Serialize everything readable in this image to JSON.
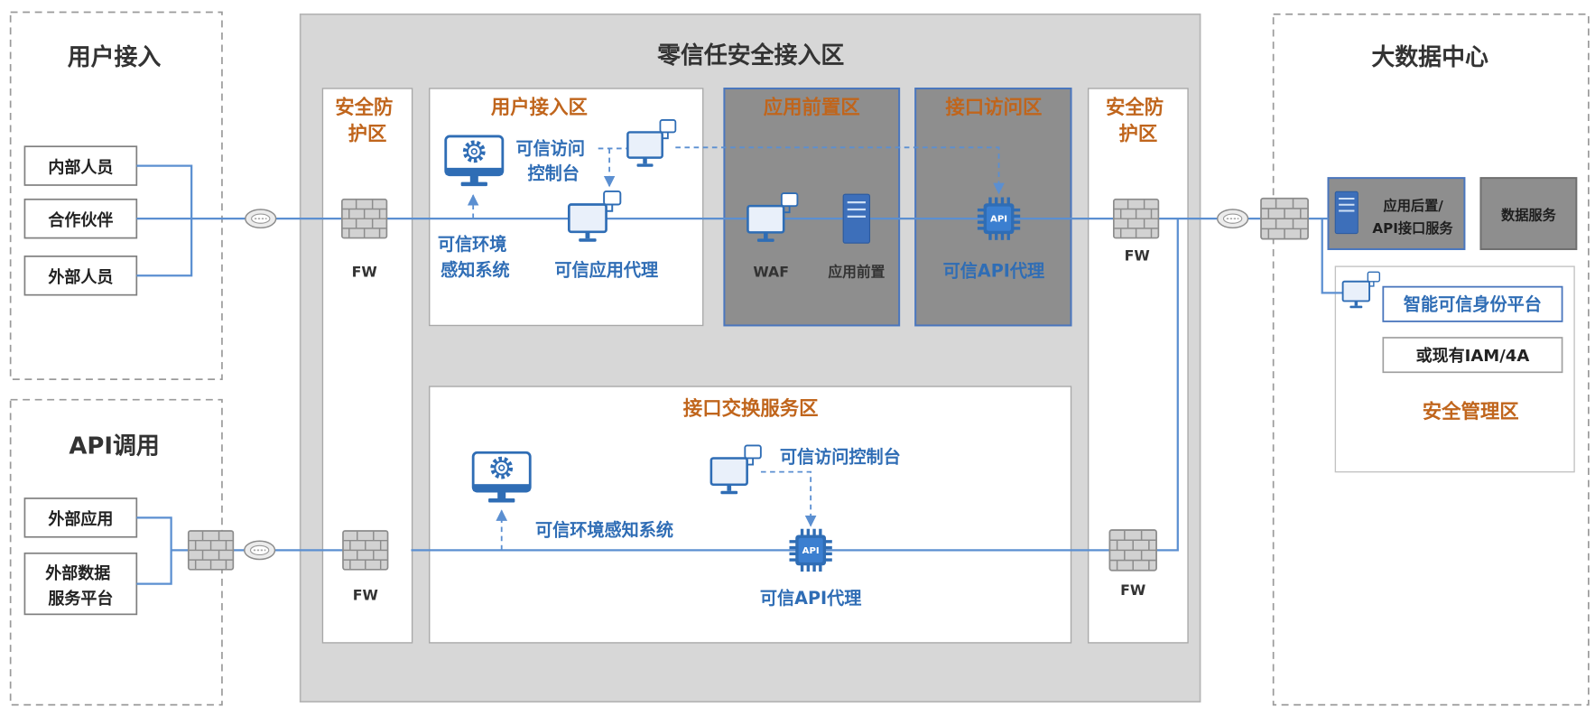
{
  "user_access": {
    "title": "用户接入",
    "items": [
      "内部人员",
      "合作伙伴",
      "外部人员"
    ]
  },
  "api_call": {
    "title": "API调用",
    "external_app": "外部应用",
    "external_data_lines": [
      "外部数据",
      "服务平台"
    ]
  },
  "zero_trust": {
    "title": "零信任安全接入区",
    "left_guard": {
      "title_lines": [
        "安全防",
        "护区"
      ],
      "fw_top": "FW",
      "fw_bottom": "FW"
    },
    "right_guard": {
      "title_lines": [
        "安全防",
        "护区"
      ],
      "fw_top": "FW",
      "fw_bottom": "FW"
    },
    "user_zone": {
      "title": "用户接入区",
      "console_lines": [
        "可信访问",
        "控制台"
      ],
      "env_lines": [
        "可信环境",
        "感知系统"
      ],
      "app_proxy": "可信应用代理"
    },
    "app_front_zone": {
      "title": "应用前置区",
      "waf": "WAF",
      "front": "应用前置"
    },
    "api_access_zone": {
      "title": "接口访问区",
      "api_proxy": "可信API代理",
      "chip_label": "API"
    },
    "exchange_zone": {
      "title": "接口交换服务区",
      "env": "可信环境感知系统",
      "console": "可信访问控制台",
      "api_proxy": "可信API代理",
      "chip_label": "API"
    }
  },
  "big_data": {
    "title": "大数据中心",
    "backend_lines": [
      "应用后置/",
      "API接口服务"
    ],
    "data_service": "数据服务",
    "security_zone": {
      "identity_platform": "智能可信身份平台",
      "iam": "或现有IAM/4A",
      "title": "安全管理区"
    }
  },
  "icons": {
    "firewall": "firewall-icon",
    "tunnel": "encrypted-tunnel-icon",
    "monitor_gear": "monitor-gear-icon",
    "computer": "computer-icon",
    "server": "server-icon",
    "chip": "api-chip-icon"
  },
  "colors": {
    "zone_title": "#c0651c",
    "blue_text": "#2f6db5",
    "connector": "#5b8fd1",
    "gray_zone": "#8e8e8e",
    "panel": "#d7d7d7",
    "zone_border": "#4a76bd"
  }
}
